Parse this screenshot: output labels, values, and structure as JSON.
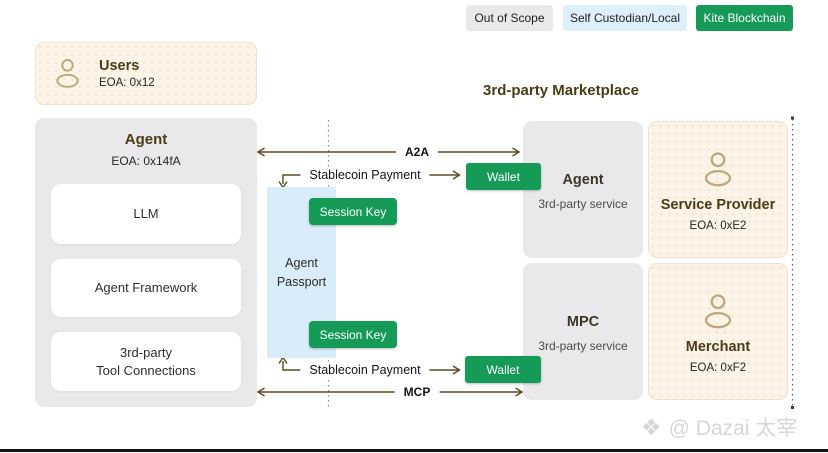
{
  "legend": {
    "out_of_scope": "Out of Scope",
    "self_custodian": "Self Custodian/Local",
    "kite_blockchain": "Kite Blockchain"
  },
  "marketplace": {
    "title": "3rd-party Marketplace"
  },
  "users_card": {
    "title": "Users",
    "eoa": "EOA: 0x12"
  },
  "agent_card": {
    "title": "Agent",
    "eoa": "EOA: 0x14fA",
    "modules": [
      {
        "lines": [
          "LLM"
        ]
      },
      {
        "lines": [
          "Agent Framework"
        ]
      },
      {
        "lines": [
          "3rd-party",
          "Tool Connections"
        ]
      }
    ]
  },
  "passport": {
    "lines": [
      "Agent",
      "Passport"
    ]
  },
  "buttons": {
    "session_key_top": "Session Key",
    "session_key_bottom": "Session Key",
    "wallet_top": "Wallet",
    "wallet_bottom": "Wallet"
  },
  "arrows": {
    "a2a": "A2A",
    "stablecoin_top": "Stablecoin Payment",
    "stablecoin_bottom": "Stablecoin Payment",
    "mcp": "MCP"
  },
  "marketplace_cards": {
    "agent_service": {
      "title": "Agent",
      "subtitle": "3rd-party service"
    },
    "service_provider": {
      "title": "Service Provider",
      "eoa": "EOA: 0xE2"
    },
    "mpc": {
      "title": "MPC",
      "subtitle": "3rd-party service"
    },
    "merchant": {
      "title": "Merchant",
      "eoa": "EOA: 0xF2"
    }
  },
  "watermark": {
    "icon": "diamond-icon",
    "text": "@ Dazai 太宰"
  },
  "colors": {
    "accent_green": "#159b57",
    "arrow_brown": "#5b4d20",
    "title_brown": "#4b3c15",
    "card_gray": "#e9e9ec",
    "card_cream": "#fdf3e6",
    "cream_border": "#f2e1c8",
    "passport_blue": "#d9ecfa",
    "legend_blue": "#def0fc",
    "icon_tan": "#bfa97c",
    "watermark_gray": "#d9d7d3"
  }
}
